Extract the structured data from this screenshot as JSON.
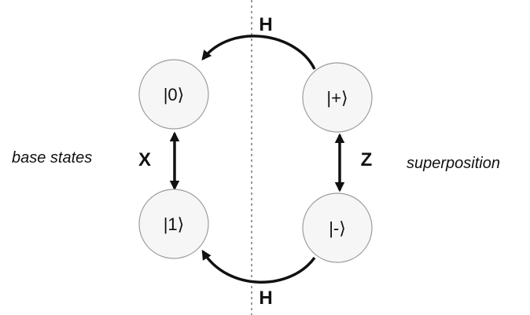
{
  "labels": {
    "left_group": "base states",
    "right_group": "superposition"
  },
  "states": {
    "zero": "|0⟩",
    "one": "|1⟩",
    "plus": "|+⟩",
    "minus": "|-⟩"
  },
  "gates": {
    "top": "H",
    "bottom": "H",
    "left": "X",
    "right": "Z"
  },
  "colors": {
    "node_fill": "#f6f6f6",
    "node_stroke": "#9c9c9c",
    "arrow": "#111111",
    "divider": "#9a9a9a"
  }
}
